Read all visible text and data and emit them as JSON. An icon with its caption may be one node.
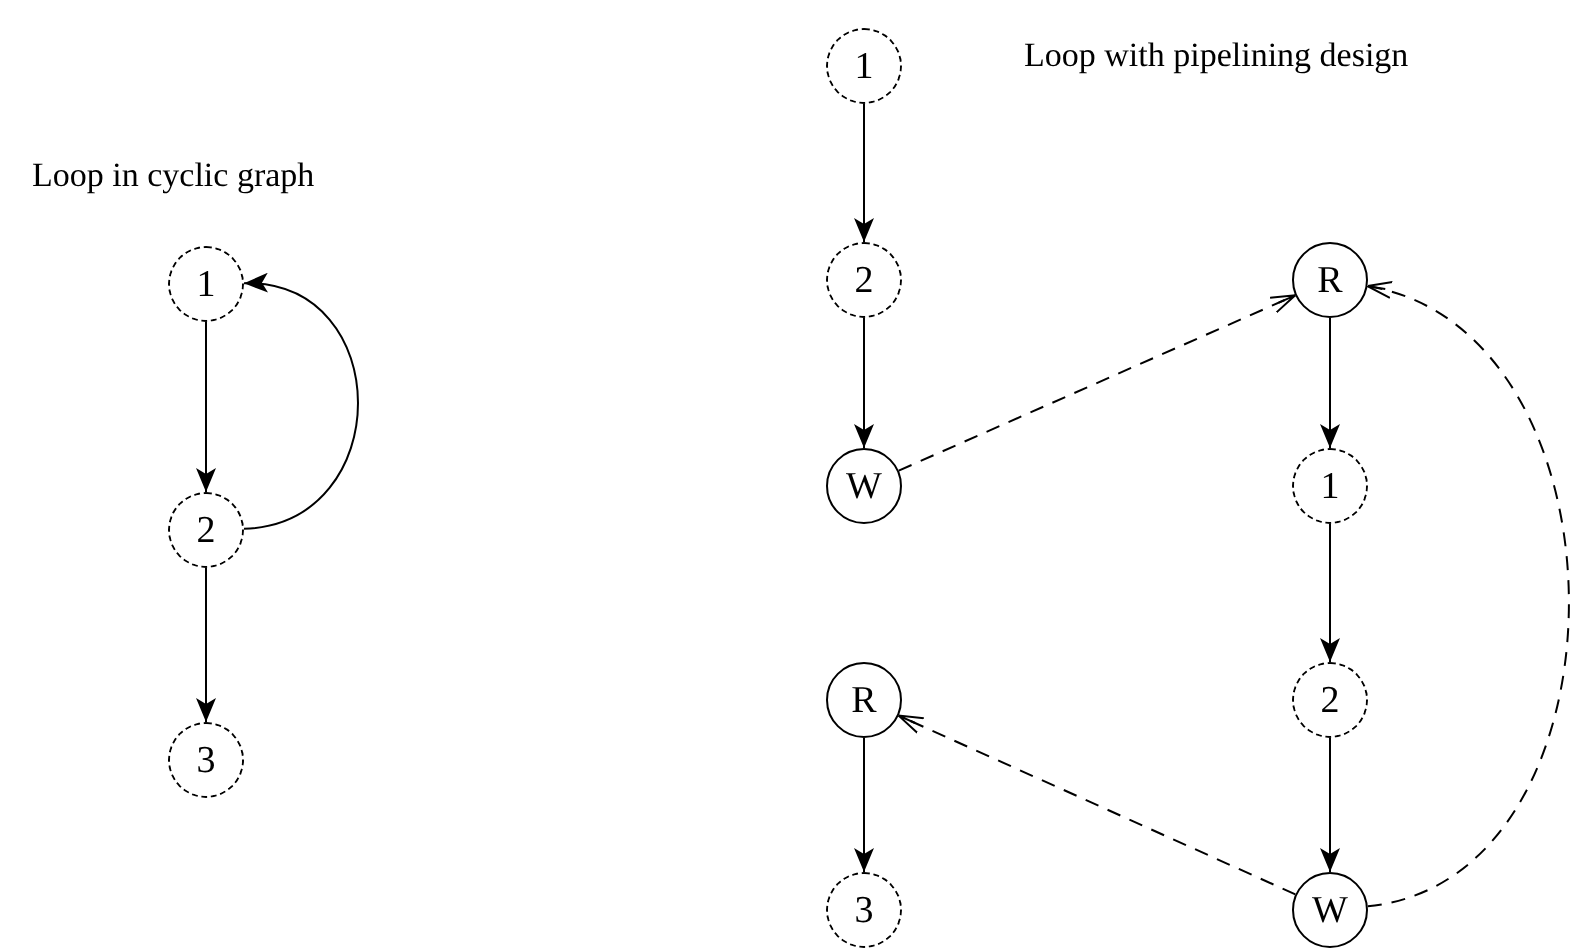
{
  "diagram": {
    "nodes": [
      {
        "text": [
          "1"
        ]
      },
      {
        "text": [
          "2"
        ]
      },
      {
        "text": [
          "3"
        ]
      },
      {
        "text": [
          "1"
        ]
      },
      {
        "text": [
          "2"
        ]
      },
      {
        "text": [
          "W"
        ]
      },
      {
        "text": [
          "R"
        ]
      },
      {
        "text": [
          "3"
        ]
      },
      {
        "text": [
          "R"
        ]
      },
      {
        "text": [
          "1"
        ]
      },
      {
        "text": [
          "2"
        ]
      },
      {
        "text": [
          "W"
        ]
      }
    ],
    "edges": [
      {
        "from": 0,
        "to": 1,
        "arrow": "to"
      },
      {
        "from": 1,
        "to": 0,
        "arrow": "to"
      },
      {
        "from": 1,
        "to": 2,
        "arrow": "to"
      },
      {
        "from": 3,
        "to": 4,
        "arrow": "to"
      },
      {
        "from": 4,
        "to": 5,
        "arrow": "to"
      },
      {
        "from": 5,
        "to": 8,
        "arrow": "to",
        "style": "dashed"
      },
      {
        "from": 8,
        "to": 9,
        "arrow": "to"
      },
      {
        "from": 9,
        "to": 10,
        "arrow": "to"
      },
      {
        "from": 10,
        "to": 11,
        "arrow": "to"
      },
      {
        "from": 11,
        "to": 6,
        "arrow": "to",
        "style": "dashed"
      },
      {
        "from": 11,
        "to": 8,
        "arrow": "to",
        "style": "dashed"
      },
      {
        "from": 6,
        "to": 7,
        "arrow": "to"
      }
    ],
    "labels": [
      "Loop with pipelining design",
      "Loop in cyclic graph"
    ]
  }
}
